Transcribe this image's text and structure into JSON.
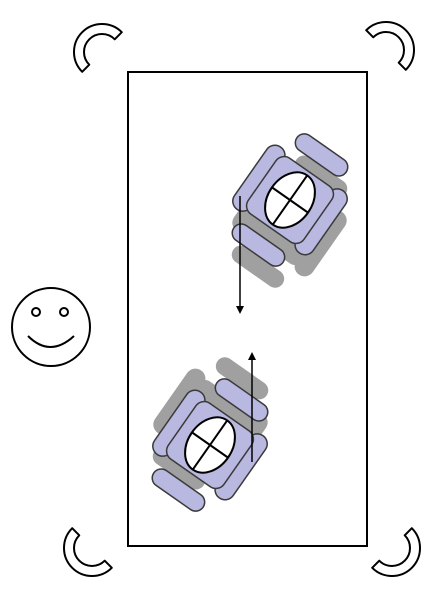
{
  "diagram": {
    "colors": {
      "background": "#ffffff",
      "stroke": "#000000",
      "robot_body": "#b8b8e0",
      "robot_shadow": "#909090",
      "robot_outline": "#3a3a3a"
    },
    "icons": {
      "corner_markers": "corner-bracket-icon",
      "person": "smiley-face-icon",
      "robot": "wheelchair-robot-icon",
      "movement": "arrow-icon"
    },
    "robots": [
      {
        "name": "robot-top-right",
        "heading": "down"
      },
      {
        "name": "robot-bottom-left",
        "heading": "up"
      }
    ]
  }
}
